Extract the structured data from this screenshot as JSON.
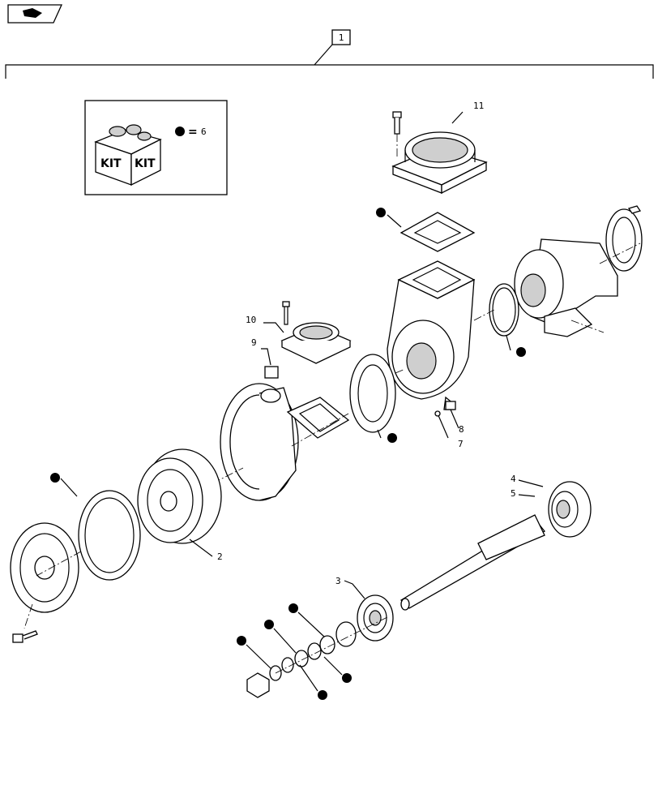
{
  "diagram": {
    "group_label": "1",
    "kit_legend": {
      "box_text_1": "KIT",
      "box_text_2": "KIT",
      "equals": "=",
      "kit_number": "6"
    },
    "callouts": {
      "c2": "2",
      "c3": "3",
      "c4": "4",
      "c5": "5",
      "c7": "7",
      "c8": "8",
      "c9": "9",
      "c10": "10",
      "c11": "11"
    }
  }
}
